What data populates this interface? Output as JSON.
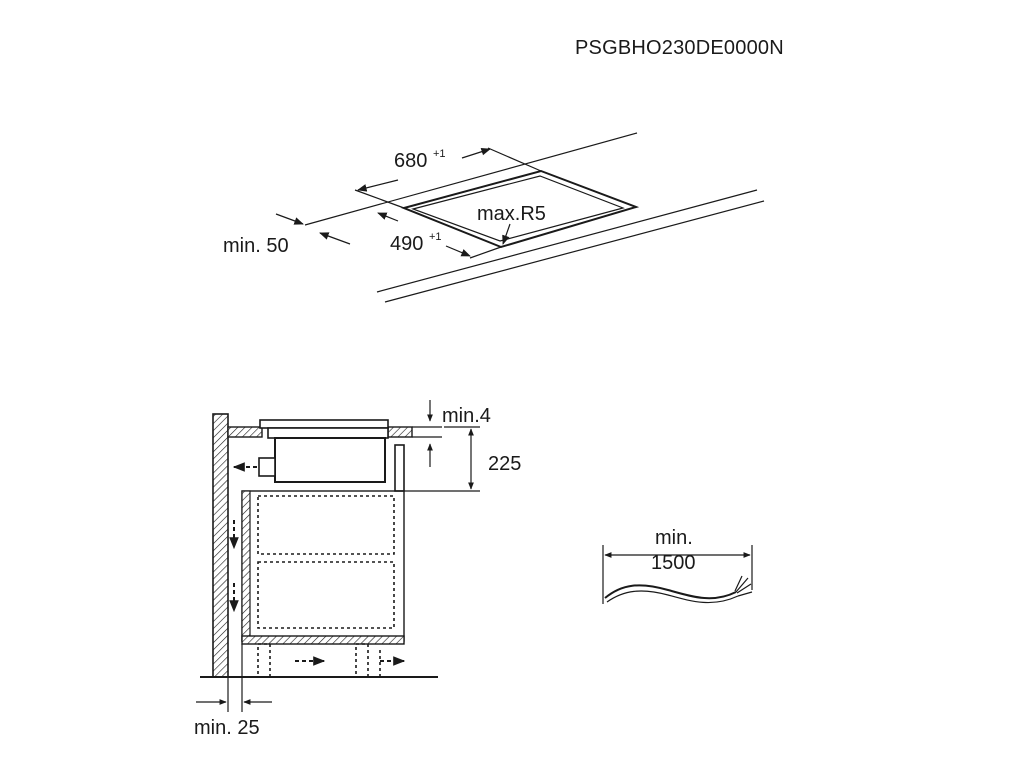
{
  "model_code": "PSGBHO230DE0000N",
  "cutout": {
    "width_value": "680",
    "width_tolerance": "+1",
    "depth_value": "490",
    "depth_tolerance": "+1",
    "radius_label": "max.R5",
    "front_margin_label": "min. 50"
  },
  "section": {
    "gap_label": "min.4",
    "height_label": "225",
    "wall_gap_label": "min. 25"
  },
  "cable": {
    "length_label_1": "min.",
    "length_label_2": "1500"
  }
}
